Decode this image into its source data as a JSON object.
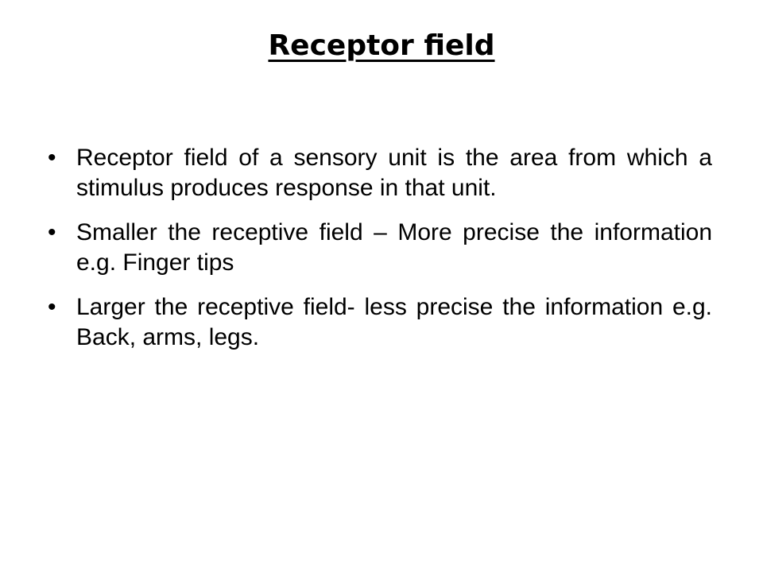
{
  "slide": {
    "title": "Receptor field",
    "bullet_glyph": "•",
    "bullets": [
      {
        "text": "Receptor field of a sensory unit is the area from which a stimulus produces response in that unit."
      },
      {
        "text": "Smaller the receptive field – More precise the information e.g. Finger tips"
      },
      {
        "text": "Larger the receptive field- less precise the information e.g. Back, arms, legs."
      }
    ]
  }
}
